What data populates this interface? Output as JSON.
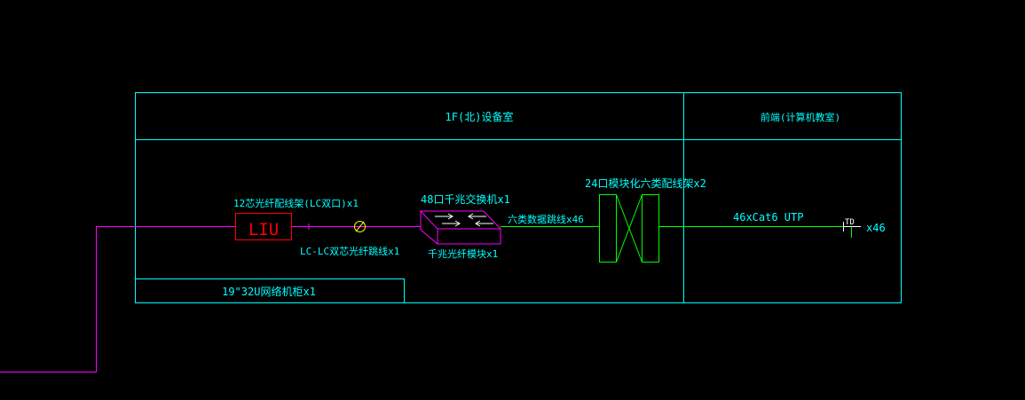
{
  "diagram": {
    "colors": {
      "background": "#000000",
      "frame": "#00ffff",
      "fiber": "#ff00ff",
      "copper": "#00ff00",
      "device_red": "#ff0000",
      "label_cyan": "#00ffff",
      "label_green": "#00ff00",
      "label_white": "#ffffff"
    },
    "sections": {
      "equipment_room": "1F(北)设备室",
      "front_end": "前端(计算机教室)"
    },
    "devices": {
      "patch_panel_label": "12芯光纤配线架(LC双口)x1",
      "liu_text": "LIU",
      "fiber_jumper_label": "LC-LC双芯光纤跳线x1",
      "switch_label": "48口千兆交换机x1",
      "switch_module_label": "千兆光纤模块x1",
      "cat6_jumper_label": "六类数据跳线x46",
      "cat6_panel_label": "24口模块化六类配线架x2",
      "utp_label": "46xCat6 UTP",
      "outlet_text": "TD",
      "outlet_count": "x46",
      "rack_label": "19\"32U网络机柜x1"
    }
  }
}
